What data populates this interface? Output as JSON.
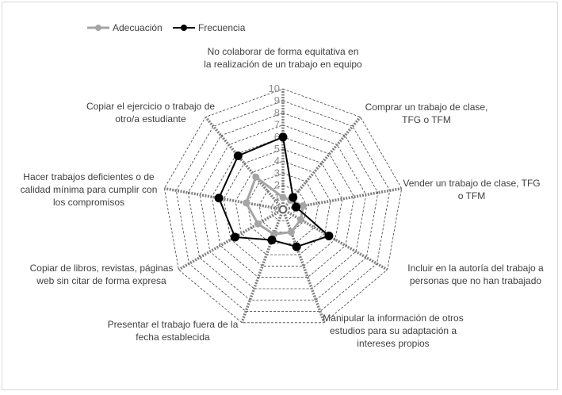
{
  "chart_data": {
    "type": "radar",
    "title": "",
    "categories": [
      "No colaborar de forma equitativa en la realización de un trabajo en equipo",
      "Comprar un trabajo de clase, TFG o TFM",
      "Vender un trabajo de clase, TFG o TFM",
      "Incluir en la autoría del trabajo a personas que no han trabajado",
      "Manipular la información de otros estudios para su adaptación a intereses propios",
      "Presentar el trabajo fuera de la fecha establecida",
      "Copiar de libros, revistas, páginas web sin citar de forma expresa",
      "Hacer trabajos deficientes o de calidad mínima para cumplir con los compromisos",
      "Copiar el ejercicio o trabajo de otro/a estudiante"
    ],
    "series": [
      {
        "name": "Adecuación",
        "color": "#a5a5a5",
        "values": [
          1.0,
          1.0,
          1.7,
          1.7,
          2.0,
          2.2,
          2.4,
          3.1,
          3.5
        ]
      },
      {
        "name": "Frecuencia",
        "color": "#000000",
        "values": [
          6.0,
          1.3,
          1.1,
          4.4,
          3.3,
          2.7,
          4.6,
          5.4,
          5.8
        ]
      }
    ],
    "rlim": [
      0,
      10
    ],
    "ticks": [
      "0",
      "1",
      "2",
      "3",
      "4",
      "5",
      "6",
      "7",
      "8",
      "9",
      "10"
    ],
    "legend_position": "top-left",
    "grid": true
  }
}
